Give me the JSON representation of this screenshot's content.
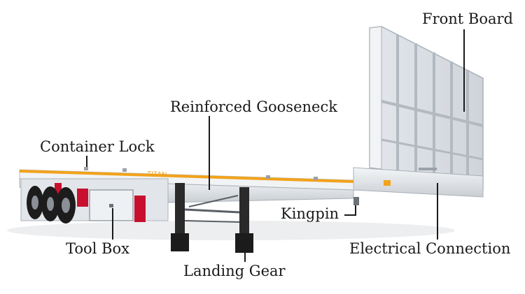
{
  "diagram": {
    "labels": {
      "front_board": "Front Board",
      "reinforced_gooseneck": "Reinforced Gooseneck",
      "container_lock": "Container Lock",
      "kingpin": "Kingpin",
      "tool_box": "Tool Box",
      "electrical_connection": "Electrical Connection",
      "landing_gear": "Landing Gear"
    },
    "brand_mark": "TITAN",
    "colors": {
      "trailer_body": "#e9ecef",
      "trailer_shadow": "#b9bec4",
      "accent_stripe": "#f2a31b",
      "reflector_red": "#c8102e",
      "tire": "#1c1c1c",
      "leader_line": "#1a1a1a"
    }
  }
}
